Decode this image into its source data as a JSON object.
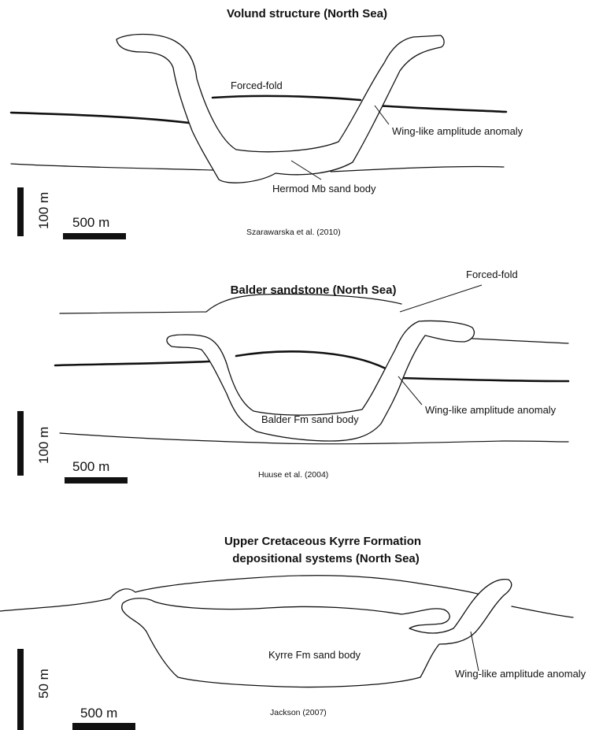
{
  "panels": [
    {
      "title": "Volund structure (North Sea)",
      "labels": {
        "forced_fold": "Forced-fold",
        "wing": "Wing-like amplitude anomaly",
        "sand_body": "Hermod Mb sand body"
      },
      "scale": {
        "vertical": "100 m",
        "horizontal": "500 m"
      },
      "citation": "Szarawarska et al. (2010)"
    },
    {
      "title": "Balder sandstone (North Sea)",
      "labels": {
        "forced_fold": "Forced-fold",
        "wing": "Wing-like amplitude anomaly",
        "sand_body": "Balder Fm sand body"
      },
      "scale": {
        "vertical": "100 m",
        "horizontal": "500 m"
      },
      "citation": "Huuse et al. (2004)"
    },
    {
      "title_line1": "Upper Cretaceous Kyrre Formation",
      "title_line2": "depositional systems (North Sea)",
      "labels": {
        "sand_body": "Kyrre Fm sand body",
        "wing": "Wing-like amplitude anomaly"
      },
      "scale": {
        "vertical": "50 m",
        "horizontal": "500 m"
      },
      "citation": "Jackson (2007)"
    }
  ]
}
